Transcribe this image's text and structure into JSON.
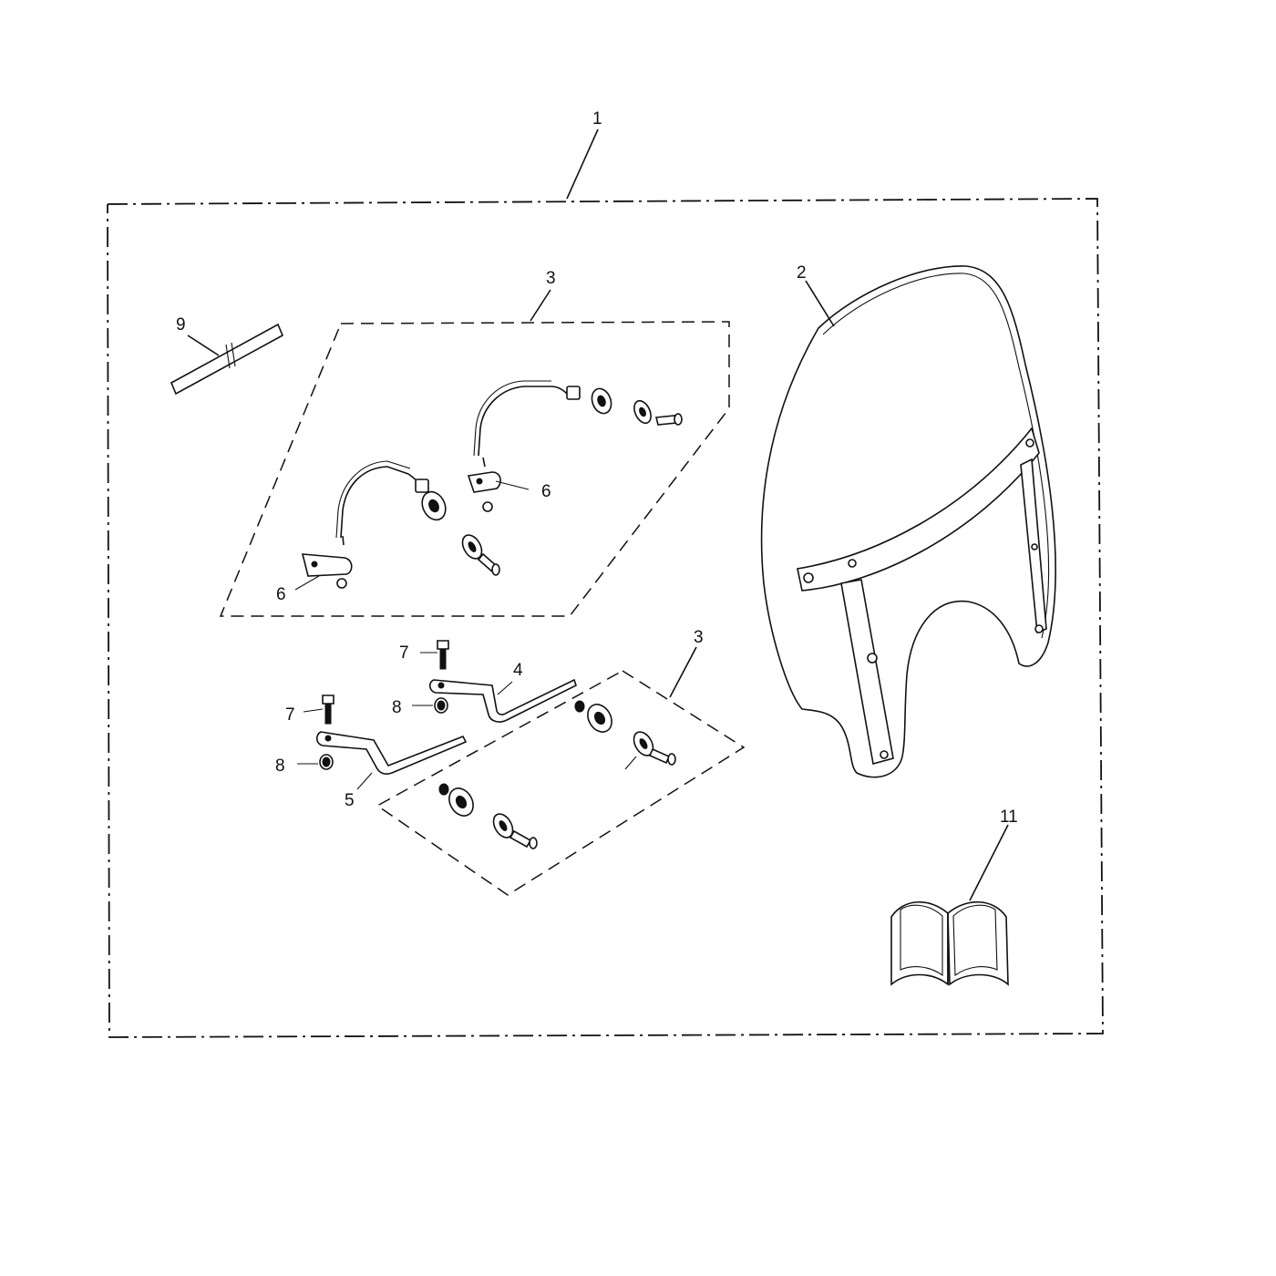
{
  "callouts": {
    "kit": "1",
    "screen": "2",
    "fitting_kit_upper": "3",
    "fitting_kit_lower": "3",
    "bracket_right": "4",
    "bracket_left": "5",
    "clamp_upper": "6",
    "clamp_lower": "6",
    "bolt_upper": "7",
    "bolt_lower": "7",
    "nut_upper": "8",
    "nut_lower": "8",
    "strip": "9",
    "manual": "11"
  },
  "icons": {
    "manual": "open-book-icon"
  },
  "colors": {
    "line": "#111111",
    "background": "#ffffff"
  }
}
